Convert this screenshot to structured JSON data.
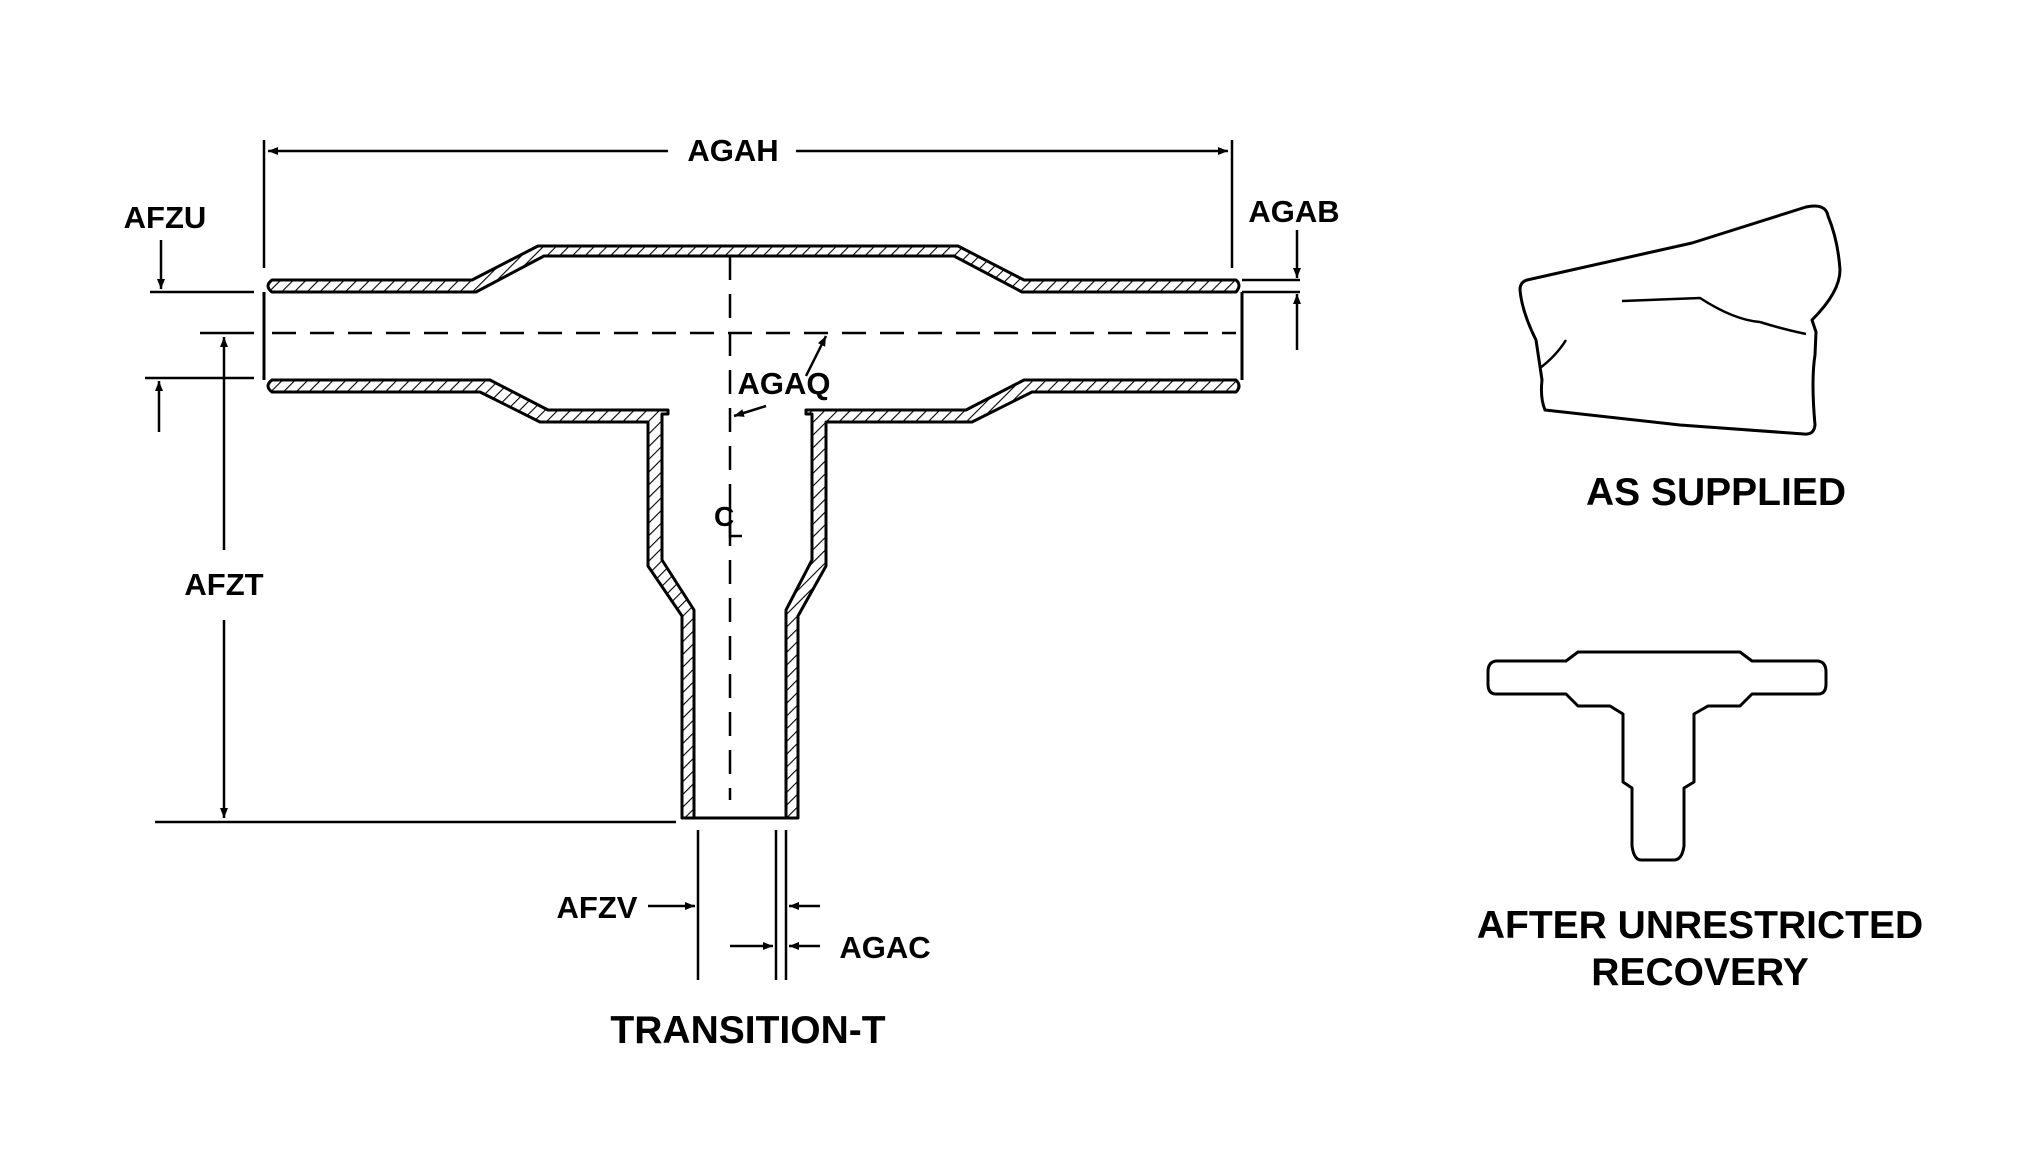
{
  "dimensions": {
    "overall_length": "AGAH",
    "end_wall_thickness": "AGAB",
    "main_bore_diameter": "AFZU",
    "branch_height": "AFZT",
    "branch_bore": "AFZV",
    "branch_wall": "AGAC",
    "fillet_radius": "AGAQ"
  },
  "centerline_symbol": "CL",
  "captions": {
    "main_view": "TRANSITION-T",
    "as_supplied": "AS SUPPLIED",
    "after_recovery_line1": "AFTER UNRESTRICTED",
    "after_recovery_line2": "RECOVERY"
  }
}
